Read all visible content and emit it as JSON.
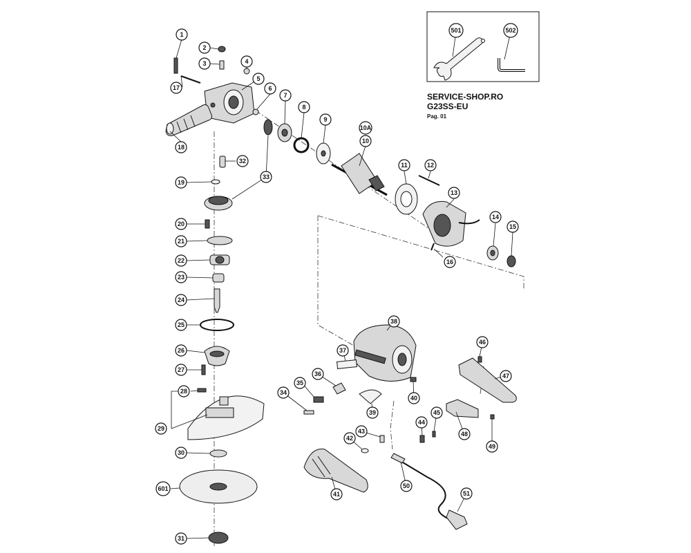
{
  "header": {
    "shop": "SERVICE-SHOP.RO",
    "model": "G23SS-EU",
    "page": "Pag. 01"
  },
  "callouts": {
    "p1": "1",
    "p2": "2",
    "p3": "3",
    "p4": "4",
    "p5": "5",
    "p6": "6",
    "p7": "7",
    "p8": "8",
    "p9": "9",
    "p10a": "10A",
    "p10": "10",
    "p11": "11",
    "p12": "12",
    "p13": "13",
    "p14": "14",
    "p15": "15",
    "p16": "16",
    "p17": "17",
    "p18": "18",
    "p19": "19",
    "p20": "20",
    "p21": "21",
    "p22": "22",
    "p23": "23",
    "p24": "24",
    "p25": "25",
    "p26": "26",
    "p27": "27",
    "p28": "28",
    "p29": "29",
    "p30": "30",
    "p31": "31",
    "p32": "32",
    "p33": "33",
    "p34": "34",
    "p35": "35",
    "p36": "36",
    "p37": "37",
    "p38": "38",
    "p39": "39",
    "p40": "40",
    "p41": "41",
    "p42": "42",
    "p43": "43",
    "p44": "44",
    "p45": "45",
    "p46": "46",
    "p47": "47",
    "p48": "48",
    "p49": "49",
    "p50": "50",
    "p51": "51",
    "p501": "501",
    "p502": "502",
    "p601": "601"
  },
  "colors": {
    "line": "#111111",
    "part_fill": "#d8d8d8",
    "background": "#ffffff"
  }
}
